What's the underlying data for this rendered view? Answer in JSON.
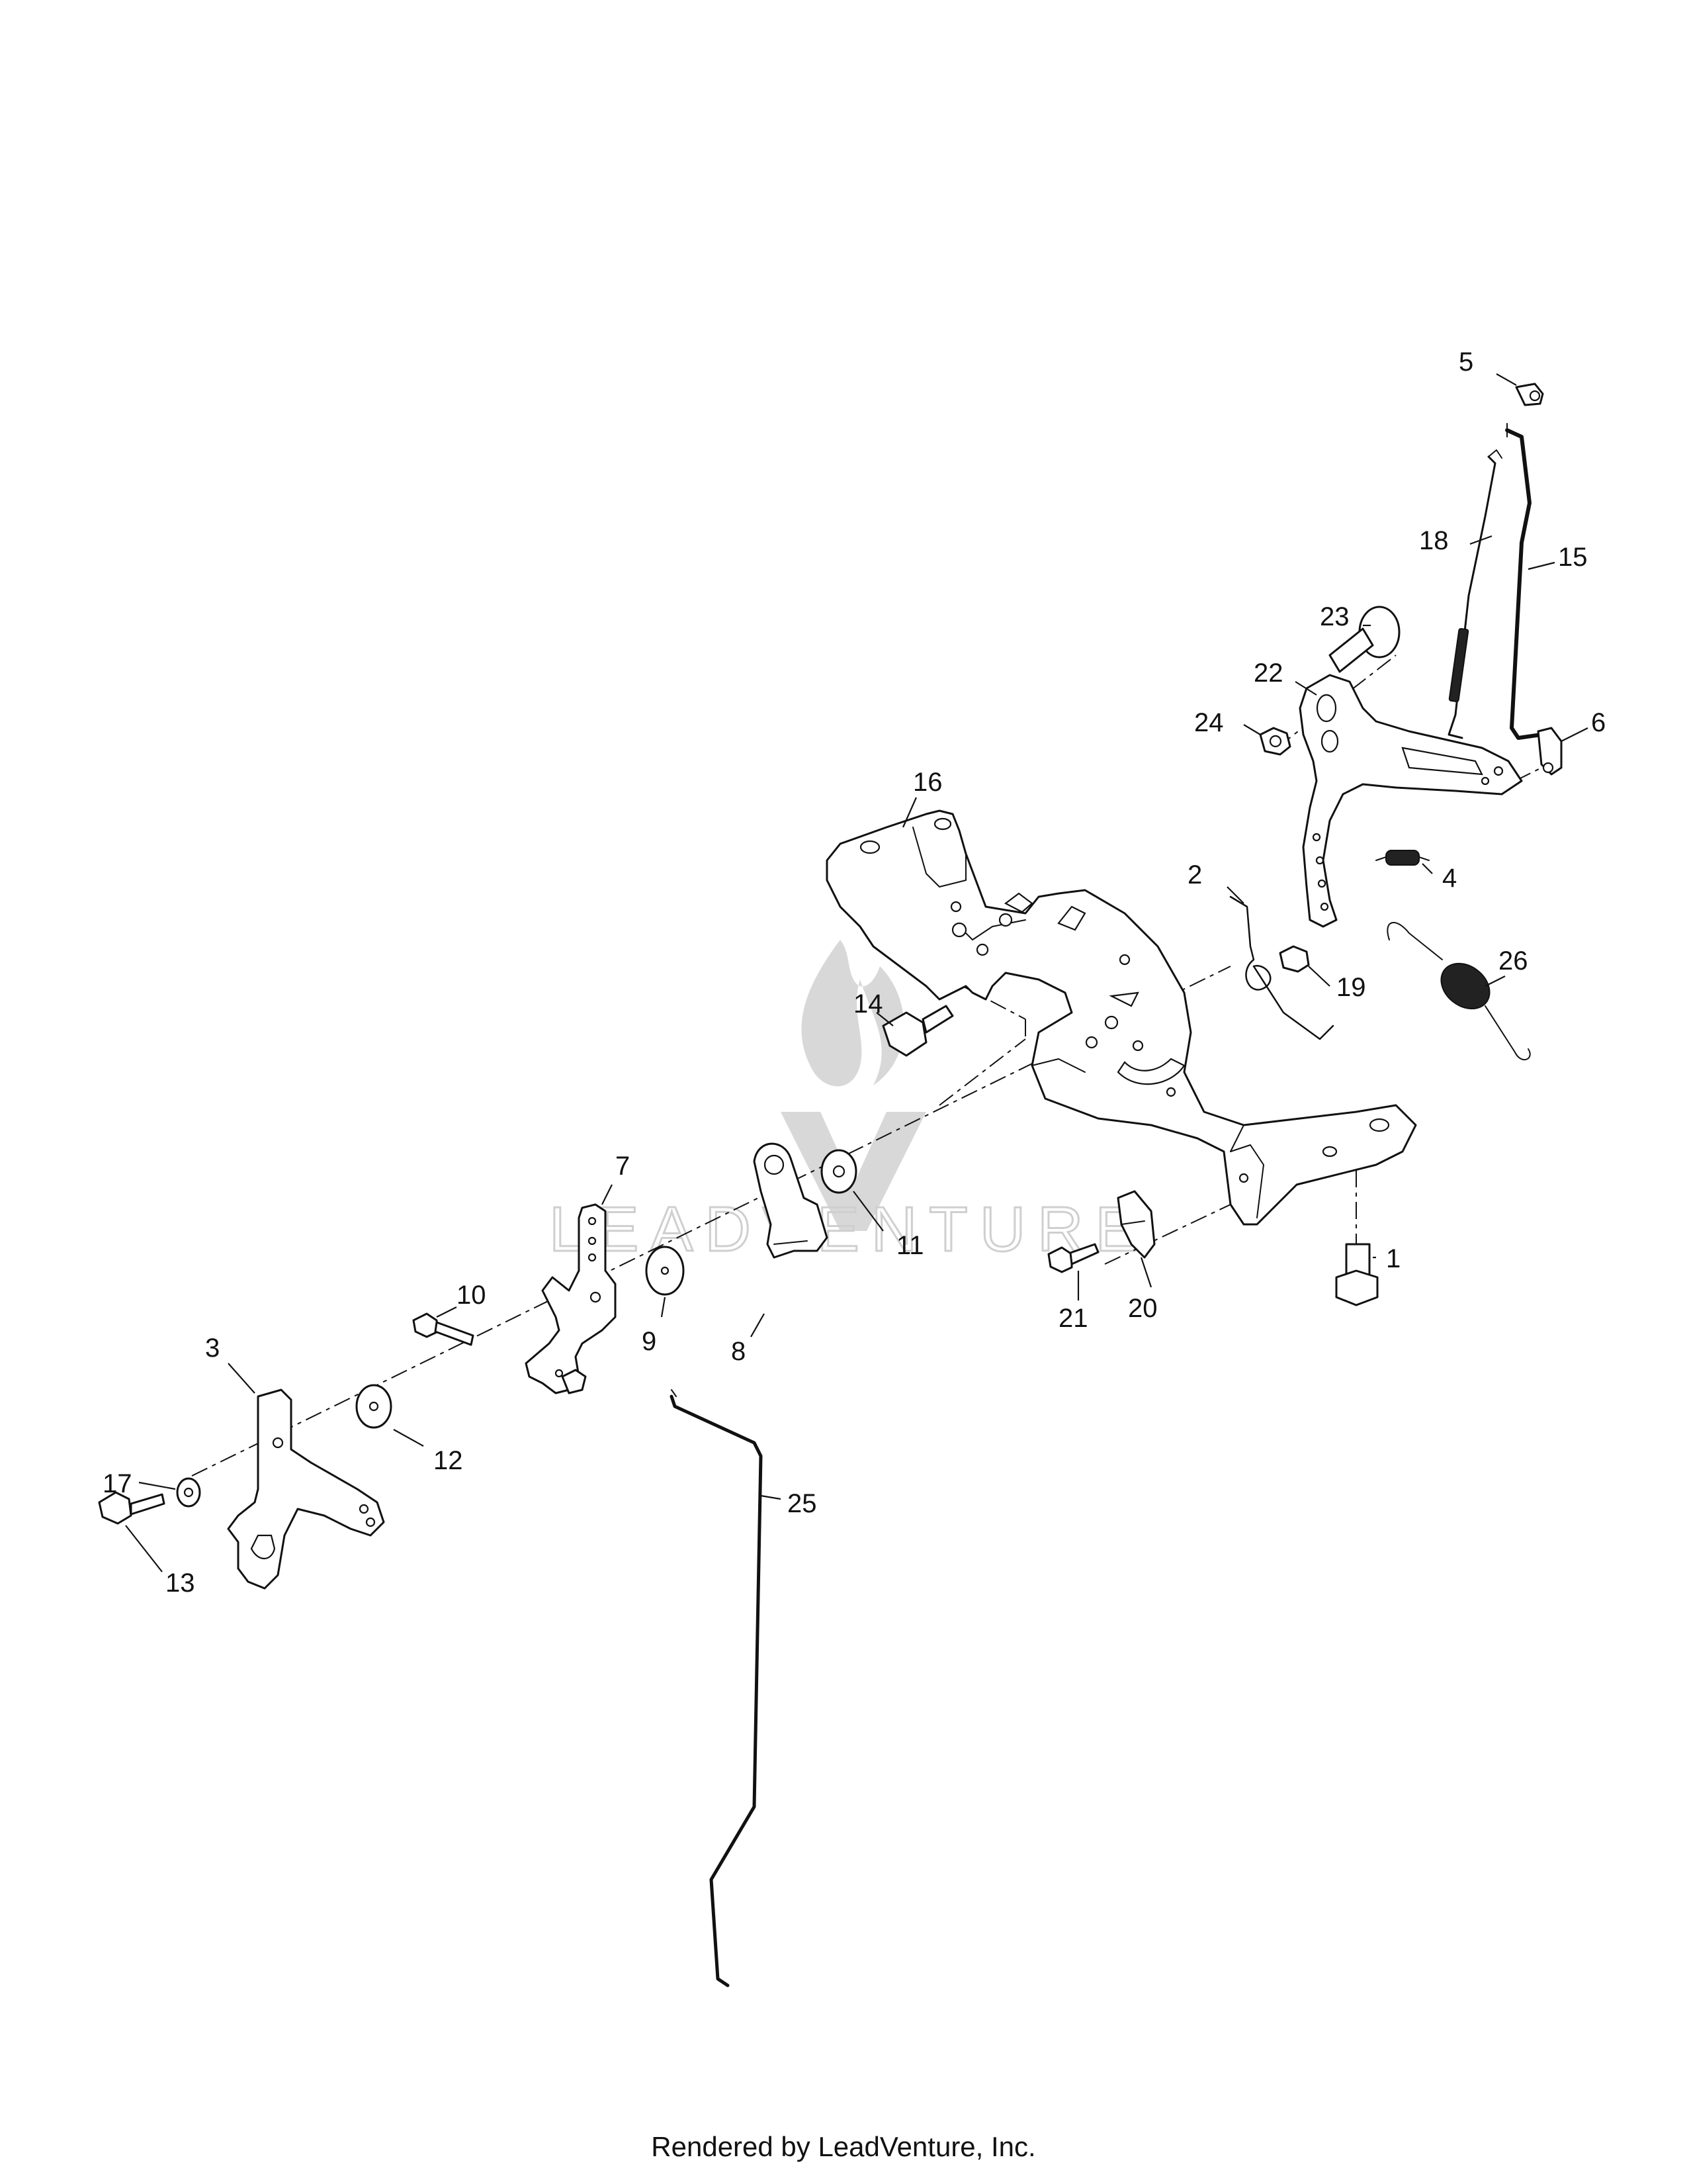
{
  "footer": "Rendered by LeadVenture, Inc.",
  "watermark": "LEADVENTURE",
  "callouts": [
    {
      "id": "1",
      "label": "1"
    },
    {
      "id": "2",
      "label": "2"
    },
    {
      "id": "3",
      "label": "3"
    },
    {
      "id": "4",
      "label": "4"
    },
    {
      "id": "5",
      "label": "5"
    },
    {
      "id": "6",
      "label": "6"
    },
    {
      "id": "7",
      "label": "7"
    },
    {
      "id": "8",
      "label": "8"
    },
    {
      "id": "9",
      "label": "9"
    },
    {
      "id": "10",
      "label": "10"
    },
    {
      "id": "11",
      "label": "11"
    },
    {
      "id": "12",
      "label": "12"
    },
    {
      "id": "13",
      "label": "13"
    },
    {
      "id": "14",
      "label": "14"
    },
    {
      "id": "15",
      "label": "15"
    },
    {
      "id": "16",
      "label": "16"
    },
    {
      "id": "17",
      "label": "17"
    },
    {
      "id": "18",
      "label": "18"
    },
    {
      "id": "19",
      "label": "19"
    },
    {
      "id": "20",
      "label": "20"
    },
    {
      "id": "21",
      "label": "21"
    },
    {
      "id": "22",
      "label": "22"
    },
    {
      "id": "23",
      "label": "23"
    },
    {
      "id": "24",
      "label": "24"
    },
    {
      "id": "25",
      "label": "25"
    },
    {
      "id": "26",
      "label": "26"
    }
  ]
}
